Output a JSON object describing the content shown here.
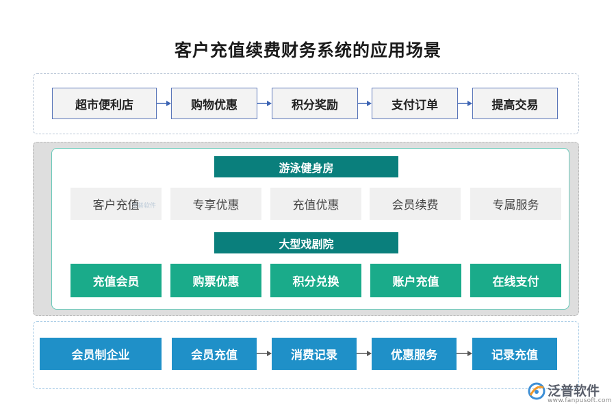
{
  "title": "客户充值续费财务系统的应用场景",
  "row1": {
    "items": [
      "超市便利店",
      "购物优惠",
      "积分奖励",
      "支付订单",
      "提高交易"
    ]
  },
  "section2": {
    "header1": "游泳健身房",
    "row2": [
      "客户充值",
      "专享优惠",
      "充值优惠",
      "会员续费",
      "专属服务"
    ],
    "header2": "大型戏剧院",
    "row3": [
      "充值会员",
      "购票优惠",
      "积分兑换",
      "账户充值",
      "在线支付"
    ]
  },
  "row4": {
    "items": [
      "会员制企业",
      "会员充值",
      "消费记录",
      "优惠服务",
      "记录充值"
    ]
  },
  "watermark_small": "泛普软件",
  "logo": {
    "name": "泛普软件",
    "url": "www.fanpusoft.com"
  },
  "colors": {
    "row1_border": "#5a76b9",
    "teal_header": "#0a7f7c",
    "green_box": "#1aab8a",
    "blue_box": "#1f90c8"
  }
}
